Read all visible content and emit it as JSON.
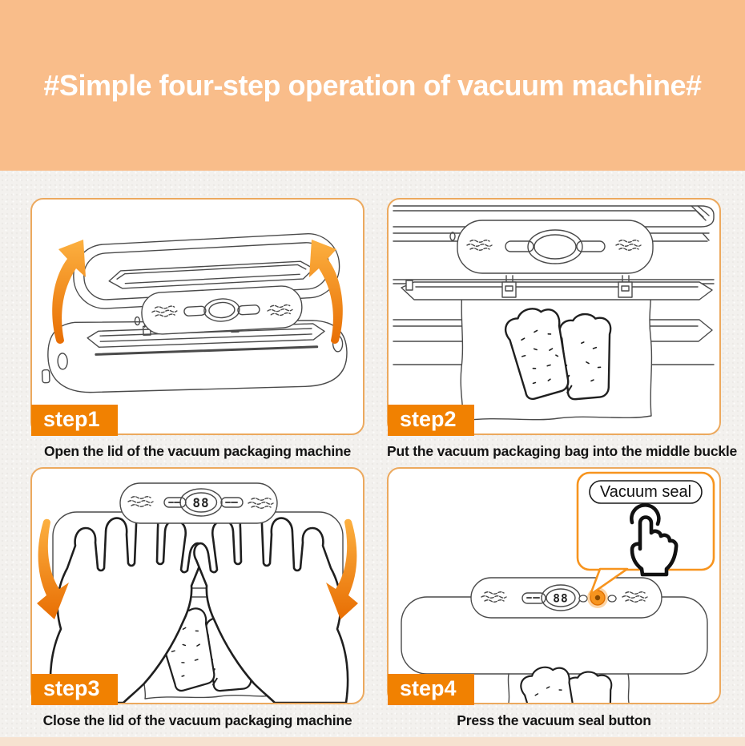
{
  "banner": {
    "title": "#Simple four-step operation of vacuum machine#",
    "bg_color": "#f9bd8a",
    "text_color": "#ffffff"
  },
  "steps": [
    {
      "label": "step1",
      "caption": "Open the lid of the vacuum packaging machine"
    },
    {
      "label": "step2",
      "caption": "Put the vacuum packaging bag into the middle buckle"
    },
    {
      "label": "step3",
      "caption": "Close the lid of the vacuum packaging machine",
      "display": "88"
    },
    {
      "label": "step4",
      "caption": "Press the vacuum seal button",
      "display": "88",
      "callout_label": "Vacuum seal"
    }
  ],
  "colors": {
    "step_label_bg": "#f18101",
    "panel_border": "#eca95e",
    "accent_orange": "#f7941e",
    "arrow_gradient_top": "#fcb040",
    "arrow_gradient_bottom": "#e86e03",
    "line_art": "#4a4a4a",
    "caption_text": "#141414",
    "page_bg": "#f3f1ee",
    "bottom_strip": "#f6e2d0"
  }
}
